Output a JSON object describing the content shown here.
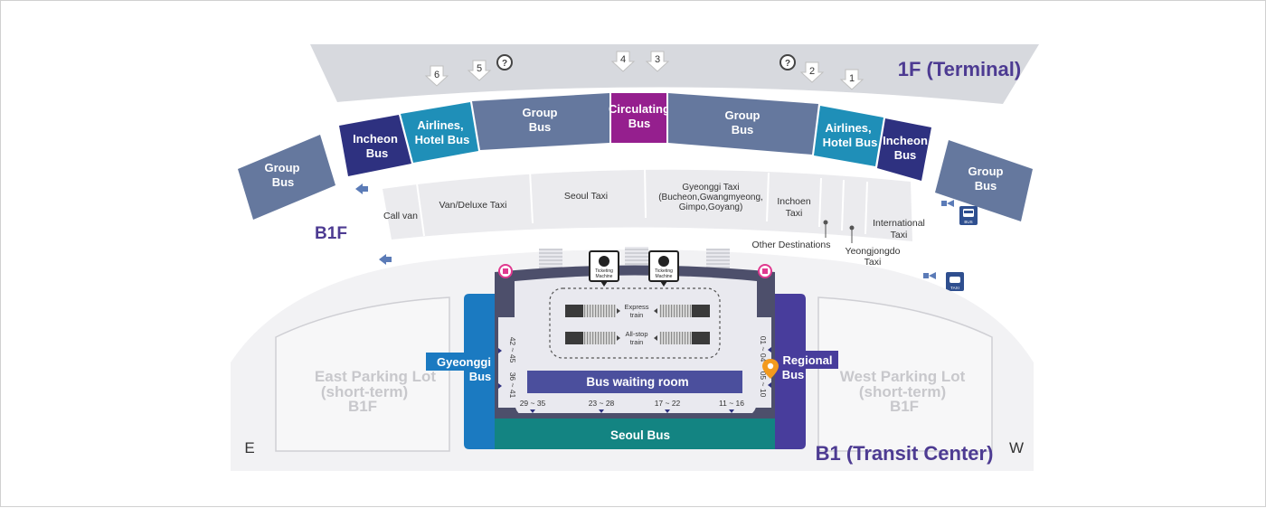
{
  "titles": {
    "terminal": "1F (Terminal)",
    "b1f": "B1F",
    "transit": "B1 (Transit Center)",
    "east": "E",
    "west": "W"
  },
  "gates": {
    "g6": "6",
    "g5": "5",
    "g4": "4",
    "g3": "3",
    "g2": "2",
    "g1": "1"
  },
  "upper_ring": {
    "incheon_left_1": "Incheon",
    "incheon_left_2": "Bus",
    "airlines_left_1": "Airlines,",
    "airlines_left_2": "Hotel Bus",
    "group_left_1": "Group",
    "group_left_2": "Bus",
    "circ_1": "Circulating",
    "circ_2": "Bus",
    "group_right_1": "Group",
    "group_right_2": "Bus",
    "airlines_right_1": "Airlines,",
    "airlines_right_2": "Hotel Bus",
    "incheon_right_1": "Incheon",
    "incheon_right_2": "Bus"
  },
  "wings": {
    "left_1": "Group",
    "left_2": "Bus",
    "right_1": "Group",
    "right_2": "Bus"
  },
  "taxi_ring": {
    "call_van": "Call van",
    "van_deluxe": "Van/Deluxe Taxi",
    "seoul_taxi": "Seoul Taxi",
    "gyeonggi_1": "Gyeonggi Taxi",
    "gyeonggi_2": "(Bucheon,Gwangmyeong,",
    "gyeonggi_3": "Gimpo,Goyang)",
    "incheon_1": "Inchoen",
    "incheon_2": "Taxi",
    "intl_1": "International",
    "intl_2": "Taxi",
    "other_dest": "Other Destinations",
    "yeong_1": "Yeongjongdo",
    "yeong_2": "Taxi"
  },
  "transit": {
    "ticket_left_1": "Ticketing",
    "ticket_left_2": "Machine",
    "ticket_right_1": "Ticketing",
    "ticket_right_2": "Machine",
    "express_1": "Express",
    "express_2": "train",
    "allstop_1": "All-stop",
    "allstop_2": "train",
    "waiting_room": "Bus waiting room",
    "stand_29_35": "29 ~ 35",
    "stand_23_28": "23 ~ 28",
    "stand_17_22": "17 ~ 22",
    "stand_11_16": "11 ~ 16",
    "stand_42_45": "42 ~ 45",
    "stand_36_41": "36 ~ 41",
    "stand_01_04": "01 ~ 04",
    "stand_05_10": "05 ~ 10",
    "gyeonggi_1": "Gyeonggi",
    "gyeonggi_2": "Bus",
    "regional_1": "Regional",
    "regional_2": "Bus",
    "seoul_bus": "Seoul Bus"
  },
  "parking": {
    "east_1": "East Parking Lot",
    "east_2": "(short-term)",
    "east_3": "B1F",
    "west_1": "West Parking Lot",
    "west_2": "(short-term)",
    "west_3": "B1F"
  },
  "icons": {
    "bus_sign": "BUS",
    "taxi_sign": "TAXI"
  },
  "colors": {
    "navy": "#2e3180",
    "teal": "#1f8fb8",
    "slate": "#65789e",
    "purple": "#951f8e",
    "seoul_bus_green": "#138482",
    "gyeonggi_blue": "#1b7ac1",
    "regional_indigo": "#483d9c",
    "title_purple": "#4d3b92"
  }
}
